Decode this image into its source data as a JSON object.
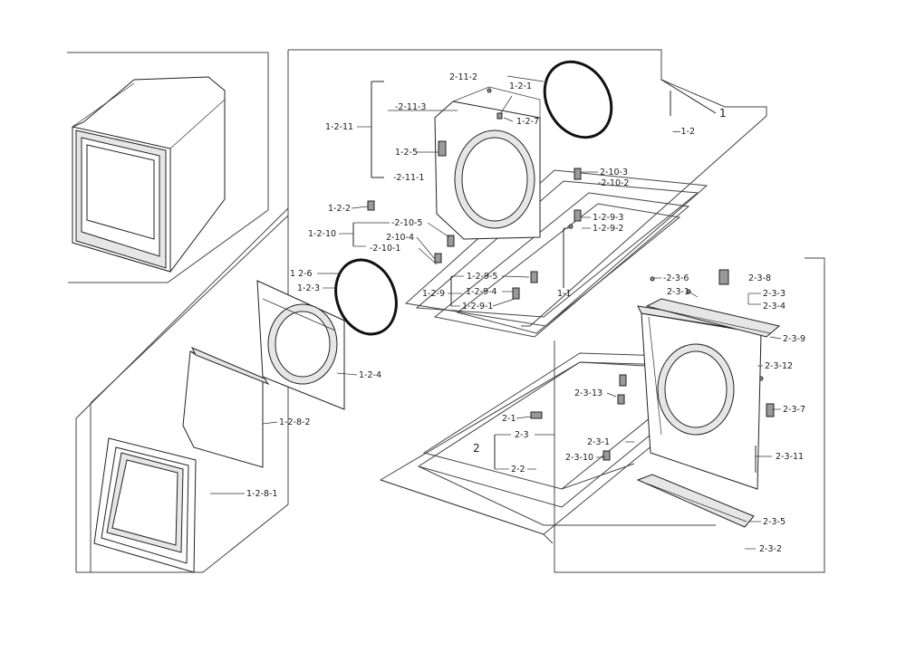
{
  "labels": {
    "l_1": "1",
    "l_1_2": "—1-2",
    "l_1_1": "1-1",
    "l_2_11_2": "2-11-2",
    "l_1_2_1": "1-2-1",
    "l_2_11_3": "-2-11-3",
    "l_1_2_7": "1-2-7",
    "l_1_2_11": "1-2-11",
    "l_1_2_5": "1-2-5",
    "l_2_11_1": "-2-11-1",
    "l_2_10_3": "2-10-3",
    "l_2_10_2": "-2-10-2",
    "l_1_2_2": "1-2-2",
    "l_2_10_5": "-2-10-5",
    "l_1_2_10": "1-2-10",
    "l_2_10_4": "2-10-4",
    "l_2_10_1": "-2-10-1",
    "l_1_2_9_3": "1-2-9-3",
    "l_1_2_9_2": "1-2-9-2",
    "l_1_2_6": "1 2-6",
    "l_1_2_3": "1-2-3",
    "l_1_2_9_5": "1-2-9-5",
    "l_1_2_9": "1-2-9",
    "l_1_2_9_4": "1-2-9-4",
    "l_1_2_9_1": "1-2-9-1",
    "l_1_2_4": "1-2-4",
    "l_1_2_8_2": "1-2-8-2",
    "l_1_2_8_1": "1-2-8-1",
    "l_2_3_6": "-2-3-6",
    "l_2_3_8": "2-3-8",
    "l_2_3_1a": "2-3-1",
    "l_2_3_3": "2-3-3",
    "l_2_3_4": "2-3-4",
    "l_2_3_9": "2-3-9",
    "l_2_3_12": "2-3-12",
    "l_2_3_13": "2-3-13",
    "l_2_3_7": "2-3-7",
    "l_2_1": "2-1",
    "l_2_3": "2-3",
    "l_2": "2",
    "l_2_3_1b": "2-3-1",
    "l_2_3_10": "2-3-10",
    "l_2_2": "2-2",
    "l_2_3_11": "2-3-11",
    "l_2_3_5": "2-3-5",
    "l_2_3_2": "2-3-2"
  },
  "colors": {
    "line": "#222222",
    "part_fill": "#ffffff",
    "shade": "#e6e6e6",
    "dark": "#9a9a9a"
  }
}
